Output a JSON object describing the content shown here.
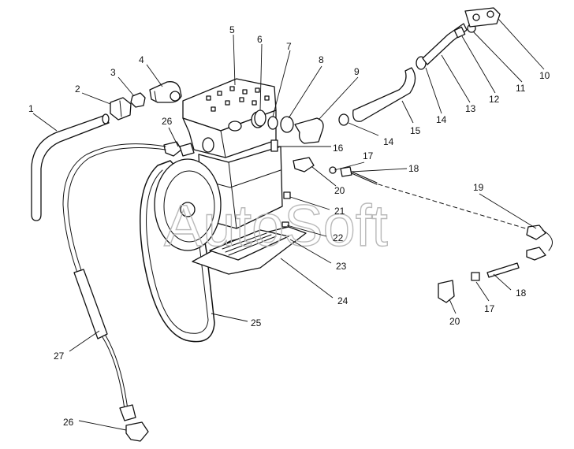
{
  "watermark": "AutoSoft",
  "callouts": [
    {
      "id": "c1",
      "text": "1"
    },
    {
      "id": "c2",
      "text": "2"
    },
    {
      "id": "c3",
      "text": "3"
    },
    {
      "id": "c4",
      "text": "4"
    },
    {
      "id": "c5",
      "text": "5"
    },
    {
      "id": "c6",
      "text": "6"
    },
    {
      "id": "c7",
      "text": "7"
    },
    {
      "id": "c8",
      "text": "8"
    },
    {
      "id": "c9",
      "text": "9"
    },
    {
      "id": "c10",
      "text": "10"
    },
    {
      "id": "c11",
      "text": "11"
    },
    {
      "id": "c12",
      "text": "12"
    },
    {
      "id": "c13",
      "text": "13"
    },
    {
      "id": "c14a",
      "text": "14"
    },
    {
      "id": "c14b",
      "text": "14"
    },
    {
      "id": "c15",
      "text": "15"
    },
    {
      "id": "c16",
      "text": "16"
    },
    {
      "id": "c17a",
      "text": "17"
    },
    {
      "id": "c17b",
      "text": "17"
    },
    {
      "id": "c18a",
      "text": "18"
    },
    {
      "id": "c18b",
      "text": "18"
    },
    {
      "id": "c19",
      "text": "19"
    },
    {
      "id": "c20a",
      "text": "20"
    },
    {
      "id": "c20b",
      "text": "20"
    },
    {
      "id": "c21",
      "text": "21"
    },
    {
      "id": "c22",
      "text": "22"
    },
    {
      "id": "c23",
      "text": "23"
    },
    {
      "id": "c24",
      "text": "24"
    },
    {
      "id": "c25",
      "text": "25"
    },
    {
      "id": "c26a",
      "text": "26"
    },
    {
      "id": "c26b",
      "text": "26"
    },
    {
      "id": "c27",
      "text": "27"
    }
  ]
}
